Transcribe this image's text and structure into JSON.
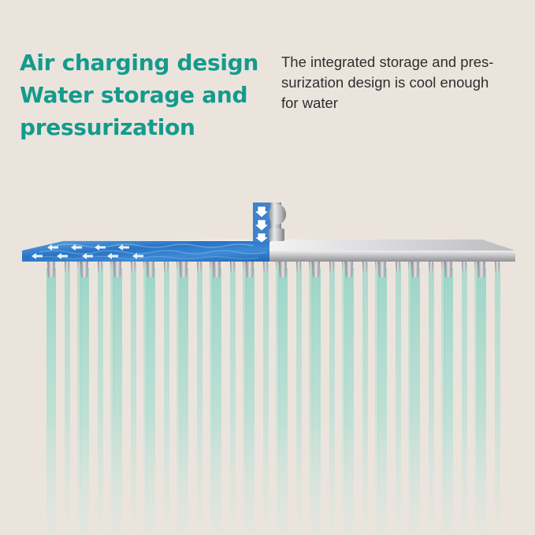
{
  "headline": {
    "line1": "Air charging design",
    "line2": "Water storage and",
    "line3": "pressurization"
  },
  "description": {
    "line1": "The integrated storage and pres-",
    "line2": "surization design is cool enough",
    "line3": "for water"
  },
  "colors": {
    "background": "#ebe4dd",
    "headline": "#139b8d",
    "body_text": "#2e2e2e",
    "water_fill": "#2d78c8",
    "water_stream": "#9fd8c8",
    "steel": "#c9c9cb"
  },
  "icons": {
    "flow_arrows": "arrow-left-icon",
    "inlet_arrows": "arrow-down-icon"
  }
}
